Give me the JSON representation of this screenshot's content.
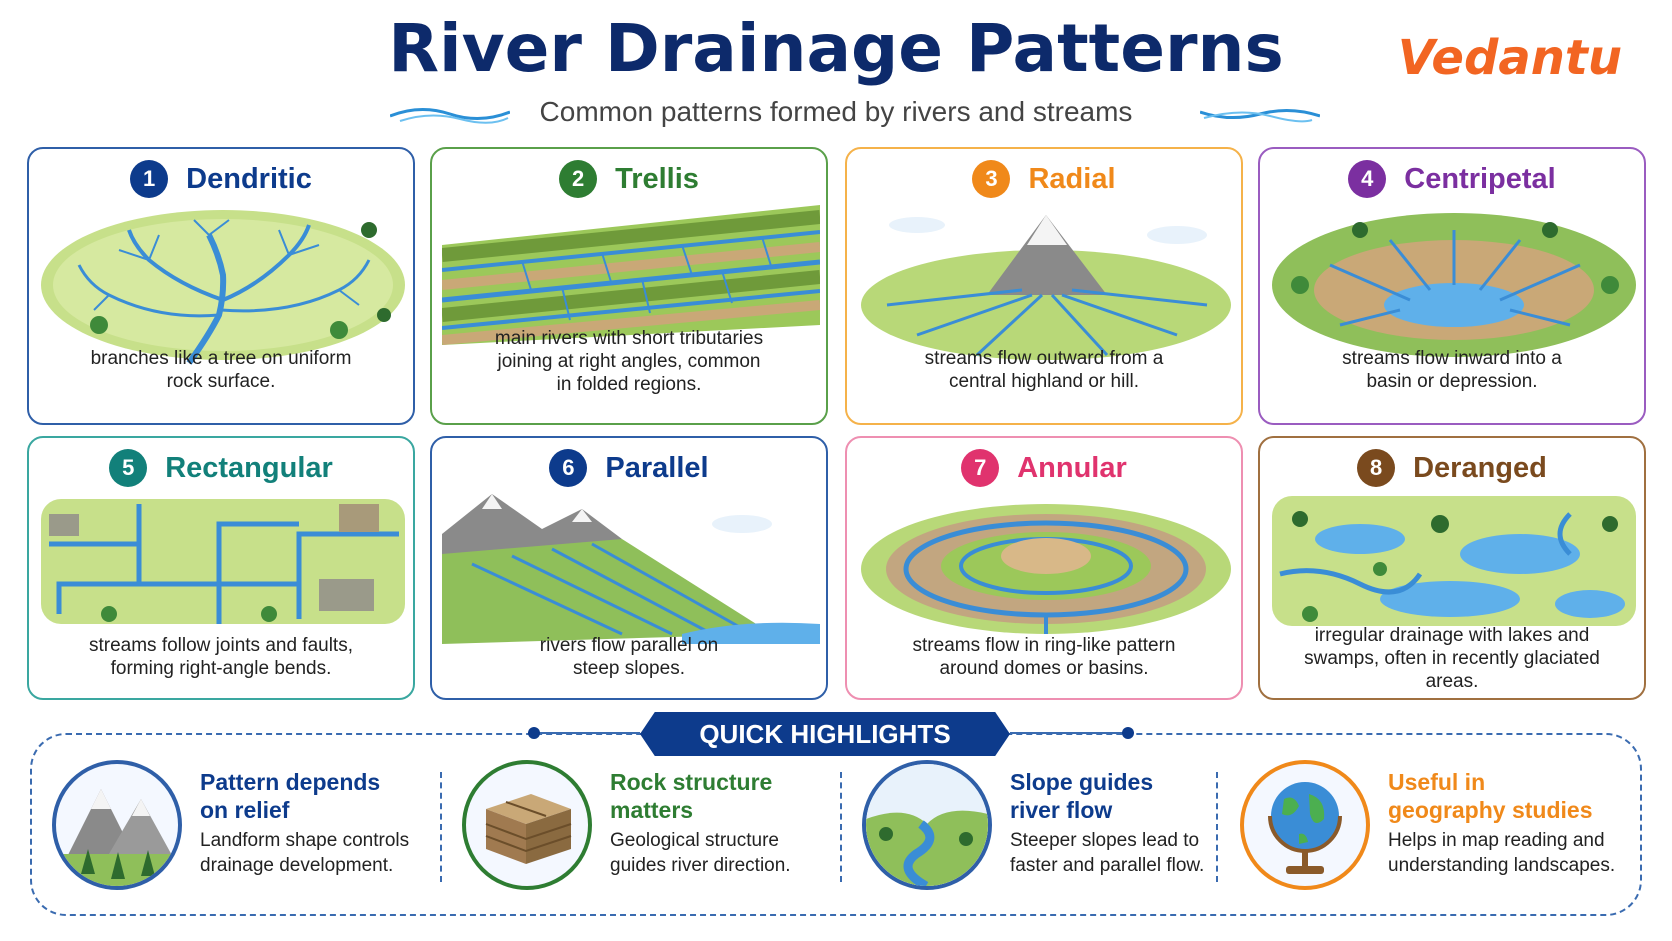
{
  "header": {
    "title": "River Drainage Patterns",
    "subtitle": "Common patterns formed by rivers and streams",
    "brand": "Vedantu"
  },
  "cards": [
    {
      "num": "1",
      "name": "Dendritic",
      "color": "#0d3b8c",
      "desc1": "branches like a tree on uniform",
      "desc2": "rock surface.",
      "desc3": ""
    },
    {
      "num": "2",
      "name": "Trellis",
      "color": "#2e7d32",
      "desc1": "main rivers with short tributaries",
      "desc2": "joining at right angles, common",
      "desc3": "in folded regions."
    },
    {
      "num": "3",
      "name": "Radial",
      "color": "#f0891a",
      "desc1": "streams flow outward from a",
      "desc2": "central highland or hill.",
      "desc3": ""
    },
    {
      "num": "4",
      "name": "Centripetal",
      "color": "#7b2fa0",
      "desc1": "streams flow inward into a",
      "desc2": "basin or depression.",
      "desc3": ""
    },
    {
      "num": "5",
      "name": "Rectangular",
      "color": "#12807a",
      "desc1": "streams follow joints and faults,",
      "desc2": "forming right-angle bends.",
      "desc3": ""
    },
    {
      "num": "6",
      "name": "Parallel",
      "color": "#0d3b8c",
      "desc1": "rivers flow parallel on",
      "desc2": "steep slopes.",
      "desc3": ""
    },
    {
      "num": "7",
      "name": "Annular",
      "color": "#e0336e",
      "desc1": "streams flow in ring-like pattern",
      "desc2": "around domes or basins.",
      "desc3": ""
    },
    {
      "num": "8",
      "name": "Deranged",
      "color": "#7a4a1e",
      "desc1": "irregular drainage with lakes and",
      "desc2": "swamps, often in recently glaciated",
      "desc3": "areas."
    }
  ],
  "highlights": {
    "banner": "QUICK HIGHLIGHTS",
    "items": [
      {
        "title1": "Pattern depends",
        "title2": "on relief",
        "text1": "Landform shape controls",
        "text2": "drainage development.",
        "color": "#0d3b8c"
      },
      {
        "title1": "Rock structure",
        "title2": "matters",
        "text1": "Geological structure",
        "text2": "guides river direction.",
        "color": "#2e7d32"
      },
      {
        "title1": "Slope guides",
        "title2": "river flow",
        "text1": "Steeper slopes lead to",
        "text2": "faster and parallel flow.",
        "color": "#0d3b8c"
      },
      {
        "title1": "Useful in",
        "title2": "geography studies",
        "text1": "Helps in map reading and",
        "text2": "understanding landscapes.",
        "color": "#f0891a"
      }
    ]
  }
}
